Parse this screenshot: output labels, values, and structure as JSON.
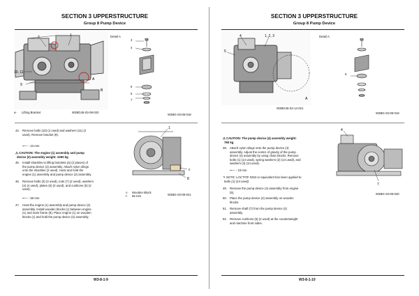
{
  "left": {
    "section": "SECTION 3 UPPERSTRUCTURE",
    "group": "Group 8 Pump Device",
    "detail_label": "Detail A",
    "fig1_callouts": [
      "2",
      "1",
      "10, 11",
      "9",
      "A",
      "B"
    ],
    "detail_callouts": [
      "3",
      "4",
      "5",
      "6",
      "7"
    ],
    "legend_letter": "a-",
    "legend_text": "Lifting Bracket",
    "fig1_id": "W3BG45-03-08-020",
    "detail_id": "W3BG-03-08-018",
    "step44_num": "44.",
    "step44_lines": [
      "Remove bolts (10) (2 used) and washers (11) (2",
      "used). Remove bracket (9)."
    ],
    "tool44": ": 24 mm",
    "caution_lines": [
      "CAUTION:  The engine (1) assembly and pump",
      "device (2) assembly weight: 2260 kg"
    ],
    "step45_num": "45.",
    "step45_lines": [
      "Install shackles to lifting brackets (a) (2 places) of",
      "the pump device (2) assembly. Attach nylon slings",
      "onto the shackles (2 used). Hoist and hold the",
      "engine (1) assembly and pump device (2) assembly."
    ],
    "step46_num": "46.",
    "step46_lines": [
      "Remove bolts (3) (2 used), nuts (7) (2 used), washers",
      "(4) (4 used), plates (6) (2 used), and cushions (5) (2",
      "used)."
    ],
    "tool46": ": 50 mm",
    "step47_num": "47.",
    "step47_lines": [
      "Hoist the engine (1) assembly and pump device (2)",
      "assembly. Install wooden blocks (c) between engine",
      "(1) and main frame (8). Place engine (1) on wooden",
      "blocks (c) and hold the pump device (2) assembly."
    ],
    "fig2_callouts": [
      "1",
      "8",
      "c"
    ],
    "fig2_legend": [
      "c-",
      "Wooden Block",
      "t-",
      "65 mm"
    ],
    "fig2_id": "W3BG-03-08-021",
    "footer": "W3-8-1-9"
  },
  "right": {
    "section": "SECTION 3 UPPERSTRUCTURE",
    "group": "Group 8 Pump Device",
    "detail_label": "Detail A",
    "fig1_callouts": [
      "4",
      "5",
      "1, 2, 3",
      "A"
    ],
    "detail_callouts": [
      "6"
    ],
    "fig1_id": "W3BG45-03-14-021",
    "detail_id": "W3BG-03-08-019",
    "caution_lines": [
      "CAUTION:  The pump device (4) assembly weight:",
      "790 kg"
    ],
    "step48_num": "48.",
    "step48_lines": [
      "Attach nylon slings onto the pump device (4)",
      "assembly. Adjust the center of gravity of the pump",
      "device (4) assembly by using chain blocks. Remove",
      "bolts (1) (14 used), spring washers (2) (14 used), and",
      "washers (3) (14 used)."
    ],
    "tool48": ": 19 mm",
    "note_lines": [
      "NOTE:   LOCTITE #263 or equivalent has been applied to",
      "bolts (1) (14 used)."
    ],
    "step49_num": "49.",
    "step49_lines": [
      "Remove the pump device (4) assembly from engine",
      "(5)."
    ],
    "step50_num": "50.",
    "step50_lines": [
      "Place the pump device (4) assembly on wooden",
      "blocks."
    ],
    "step51_num": "51.",
    "step51_lines": [
      "Remove shaft (7) from the pump device (4)",
      "assembly."
    ],
    "step52_num": "52.",
    "step52_lines": [
      "Remove cushions (6) (2 used) at the counterweight",
      "and machine front sides."
    ],
    "fig2_callouts": [
      "4",
      "7"
    ],
    "fig2_id": "W3BG-03-08-020",
    "footer": "W3-8-1-10"
  }
}
